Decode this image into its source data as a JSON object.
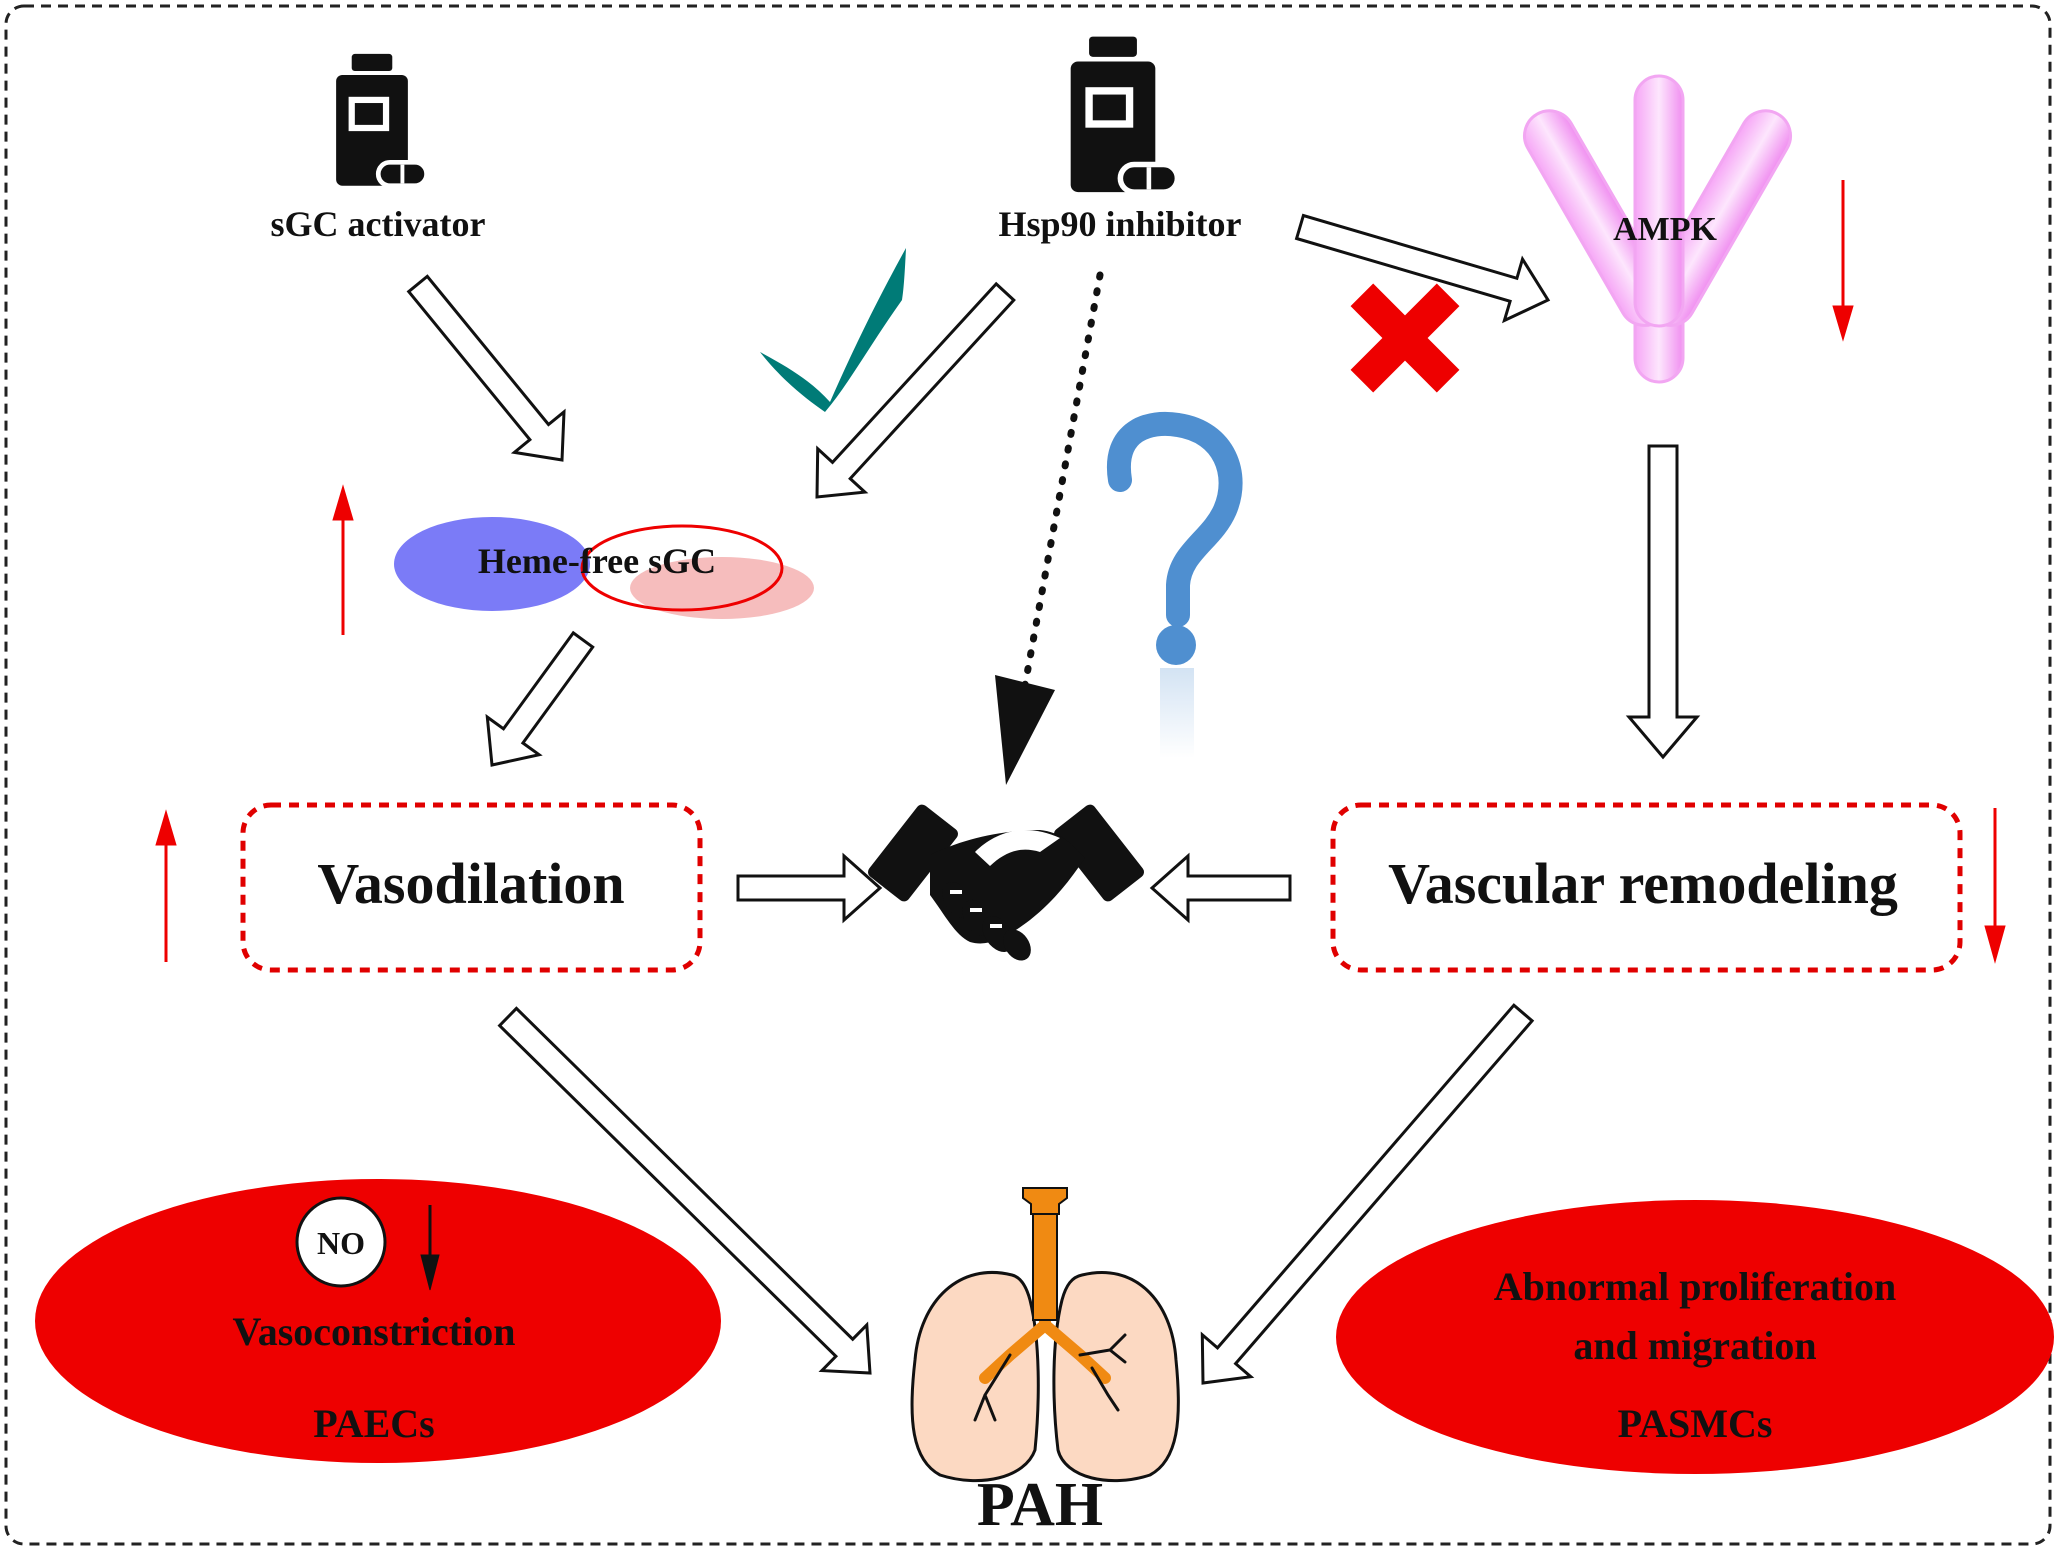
{
  "labels": {
    "sgc_activator": "sGC activator",
    "hsp90_inhibitor": "Hsp90 inhibitor",
    "ampk": "AMPK",
    "heme_free_sgc": "Heme-free sGC",
    "question_mark": "?",
    "vasodilation": "Vasodilation",
    "vascular_remodeling": "Vascular remodeling",
    "no": "NO",
    "vasoconstriction": "Vasoconstriction",
    "paecs": "PAECs",
    "abnormal_line1": "Abnormal proliferation",
    "abnormal_line2": "and migration",
    "pasmcs": "PASMCs",
    "pah": "PAH"
  },
  "colors": {
    "red": "#ee0000",
    "teal": "#007b77",
    "heme_blue": "#7b7bf7",
    "ampk_pink": "#f08ef0",
    "lung_fill": "#fcd9c2",
    "trachea": "#f08a12",
    "question_blue": "#4f8fd0"
  },
  "icons": [
    "pill-bottle-icon",
    "checkmark-icon",
    "cross-icon",
    "question-mark-icon",
    "handshake-icon",
    "lungs-icon"
  ]
}
